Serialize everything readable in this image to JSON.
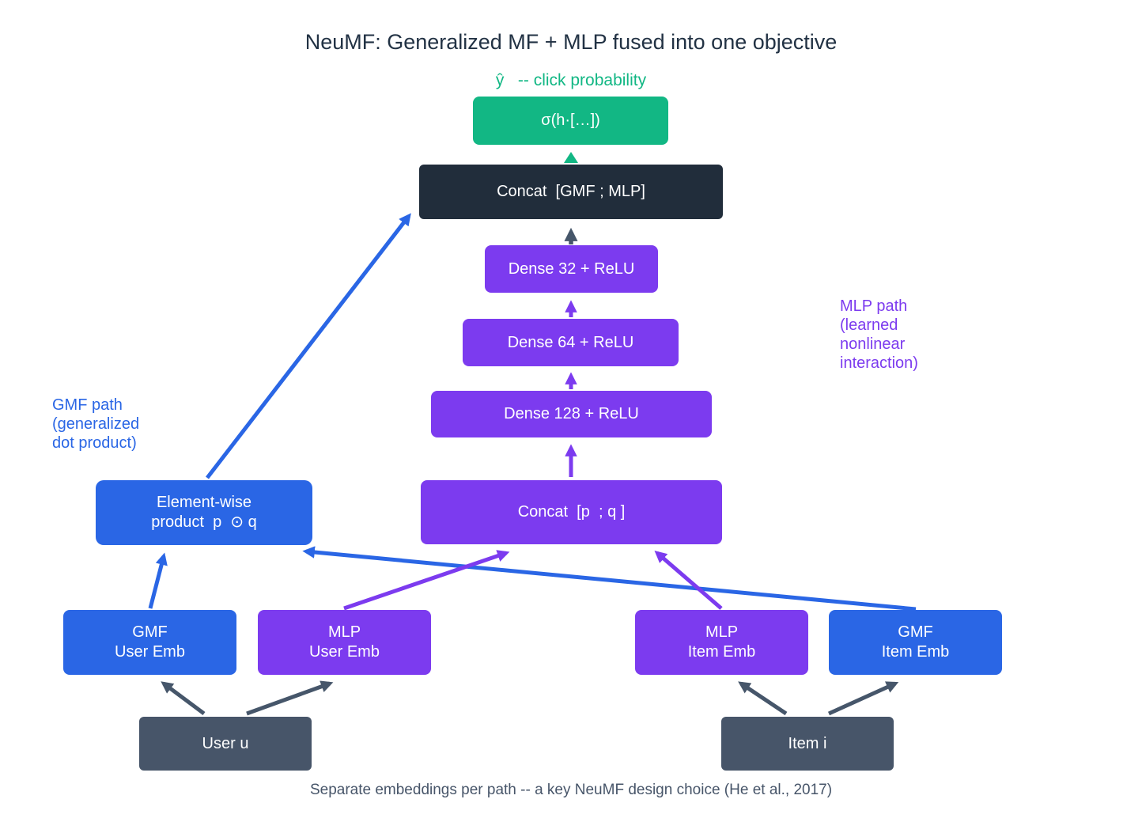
{
  "title": "NeuMF: Generalized MF + MLP fused into one objective",
  "output_label": "ŷ   -- click probability",
  "caption": "Separate embeddings per path -- a key NeuMF design choice (He et al., 2017)",
  "annotations": {
    "gmf_path": {
      "lines": [
        "GMF path",
        "(generalized",
        "dot product)"
      ]
    },
    "mlp_path": {
      "lines": [
        "MLP path",
        "(learned",
        "nonlinear",
        "interaction)"
      ]
    }
  },
  "nodes": {
    "sigma": {
      "label": "σ(h·[…])"
    },
    "concat_top": {
      "label": "Concat  [GMF ; MLP]"
    },
    "dense32": {
      "label": "Dense 32 + ReLU"
    },
    "dense64": {
      "label": "Dense 64 + ReLU"
    },
    "dense128": {
      "label": "Dense 128 + ReLU"
    },
    "concat_pq": {
      "label": "Concat  [p  ; q ]"
    },
    "elementwise": {
      "line1": "Element-wise",
      "line2": "product  p  ⊙ q"
    },
    "gmf_user": {
      "line1": "GMF",
      "line2": "User Emb"
    },
    "mlp_user": {
      "line1": "MLP",
      "line2": "User Emb"
    },
    "mlp_item": {
      "line1": "MLP",
      "line2": "Item Emb"
    },
    "gmf_item": {
      "line1": "GMF",
      "line2": "Item Emb"
    },
    "user_u": {
      "label": "User u"
    },
    "item_i": {
      "label": "Item i"
    }
  },
  "colors": {
    "gmf_blue": "#2A66E5",
    "mlp_purple": "#7C3BEF",
    "output_green": "#12B784",
    "concat_dark": "#212D3B",
    "input_slate": "#475569",
    "arrow_slate": "#46566A",
    "title_text": "#223244",
    "background": "#FFFFFF"
  }
}
